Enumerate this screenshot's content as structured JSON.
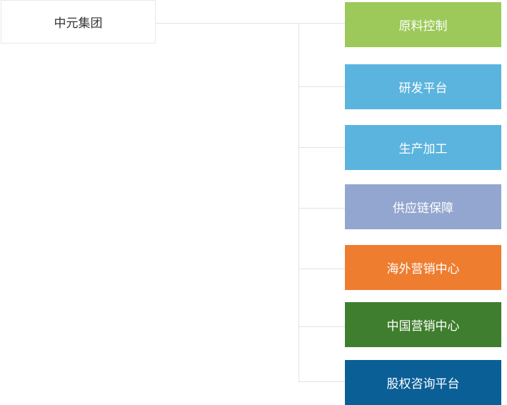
{
  "root": {
    "label": "中元集团"
  },
  "nodes": [
    {
      "label": "原料控制",
      "color": "#9CC95A"
    },
    {
      "label": "研发平台",
      "color": "#5BB4DE"
    },
    {
      "label": "生产加工",
      "color": "#5BB4DE"
    },
    {
      "label": "供应链保障",
      "color": "#93A6CF"
    },
    {
      "label": "海外营销中心",
      "color": "#EE7D30"
    },
    {
      "label": "中国营销中心",
      "color": "#3F7E2E"
    },
    {
      "label": "股权咨询平台",
      "color": "#0B5F97"
    }
  ],
  "line_color": "#e3e3e3"
}
